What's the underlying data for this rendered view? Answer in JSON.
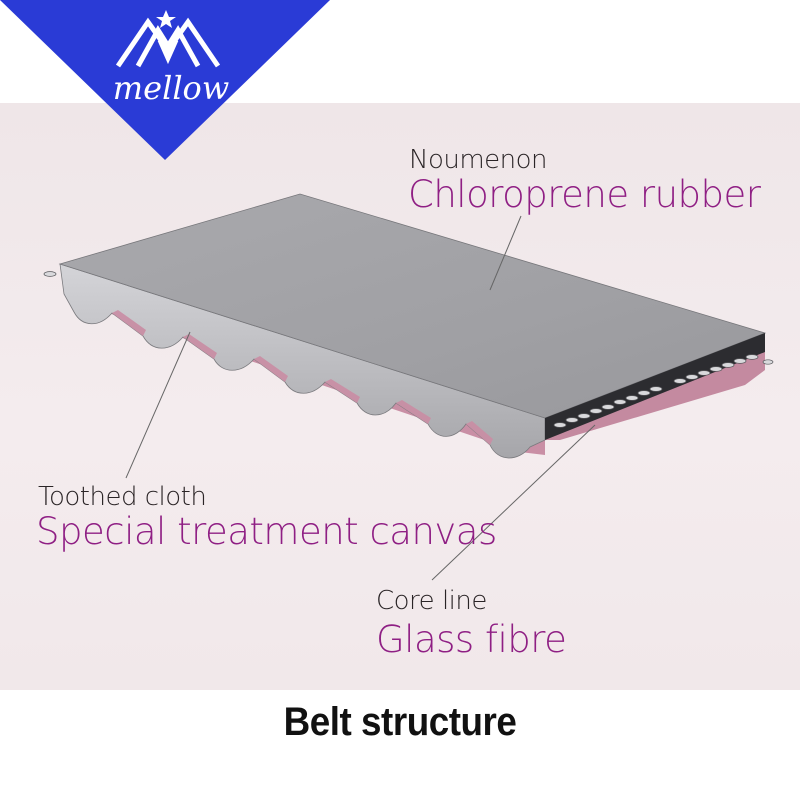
{
  "logo": {
    "brand_text": "mellow",
    "colors": {
      "background": "#2a3bd6",
      "mark": "#ffffff"
    }
  },
  "labels": {
    "top": {
      "heading": "Noumenon",
      "material": "Chloroprene rubber"
    },
    "left": {
      "heading": "Toothed cloth",
      "material": "Special treatment canvas"
    },
    "bottom": {
      "heading": "Core line",
      "material": "Glass fibre"
    }
  },
  "caption": "Belt structure",
  "colors": {
    "accent": "#8f1f84",
    "belt_top": "#a2a2a6",
    "belt_teeth": "#bdbdc1",
    "canvas": "#c98fa5",
    "core_edge": "#2c2c30"
  }
}
